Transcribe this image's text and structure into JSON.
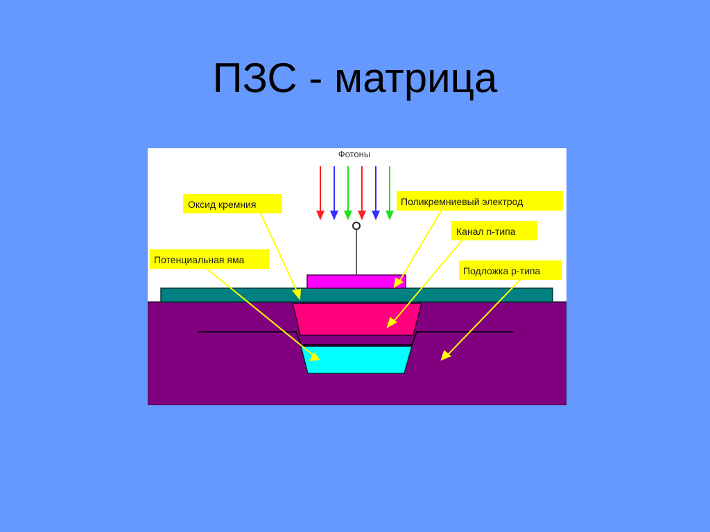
{
  "slide": {
    "title": "ПЗС - матрица"
  },
  "diagram": {
    "photons_label": "Фотоны",
    "labels": {
      "oxide": "Оксид кремния",
      "poly_electrode": "Поликремниевый электрод",
      "potential_well": "Потенциальная яма",
      "n_channel": "Канал n-типа",
      "p_substrate": "Подложка p-типа"
    },
    "photon_colors": [
      "#ff2020",
      "#3030ff",
      "#20e020",
      "#ff2020",
      "#3030ff",
      "#20e020"
    ],
    "colors": {
      "background": "#6699ff",
      "substrate": "#800080",
      "oxide": "#008080",
      "electrode": "#ff00ff",
      "n_channel": "#ff0080",
      "potential_well": "#00ffff",
      "label_bg": "#ffff00",
      "arrow": "#ffff00"
    }
  }
}
